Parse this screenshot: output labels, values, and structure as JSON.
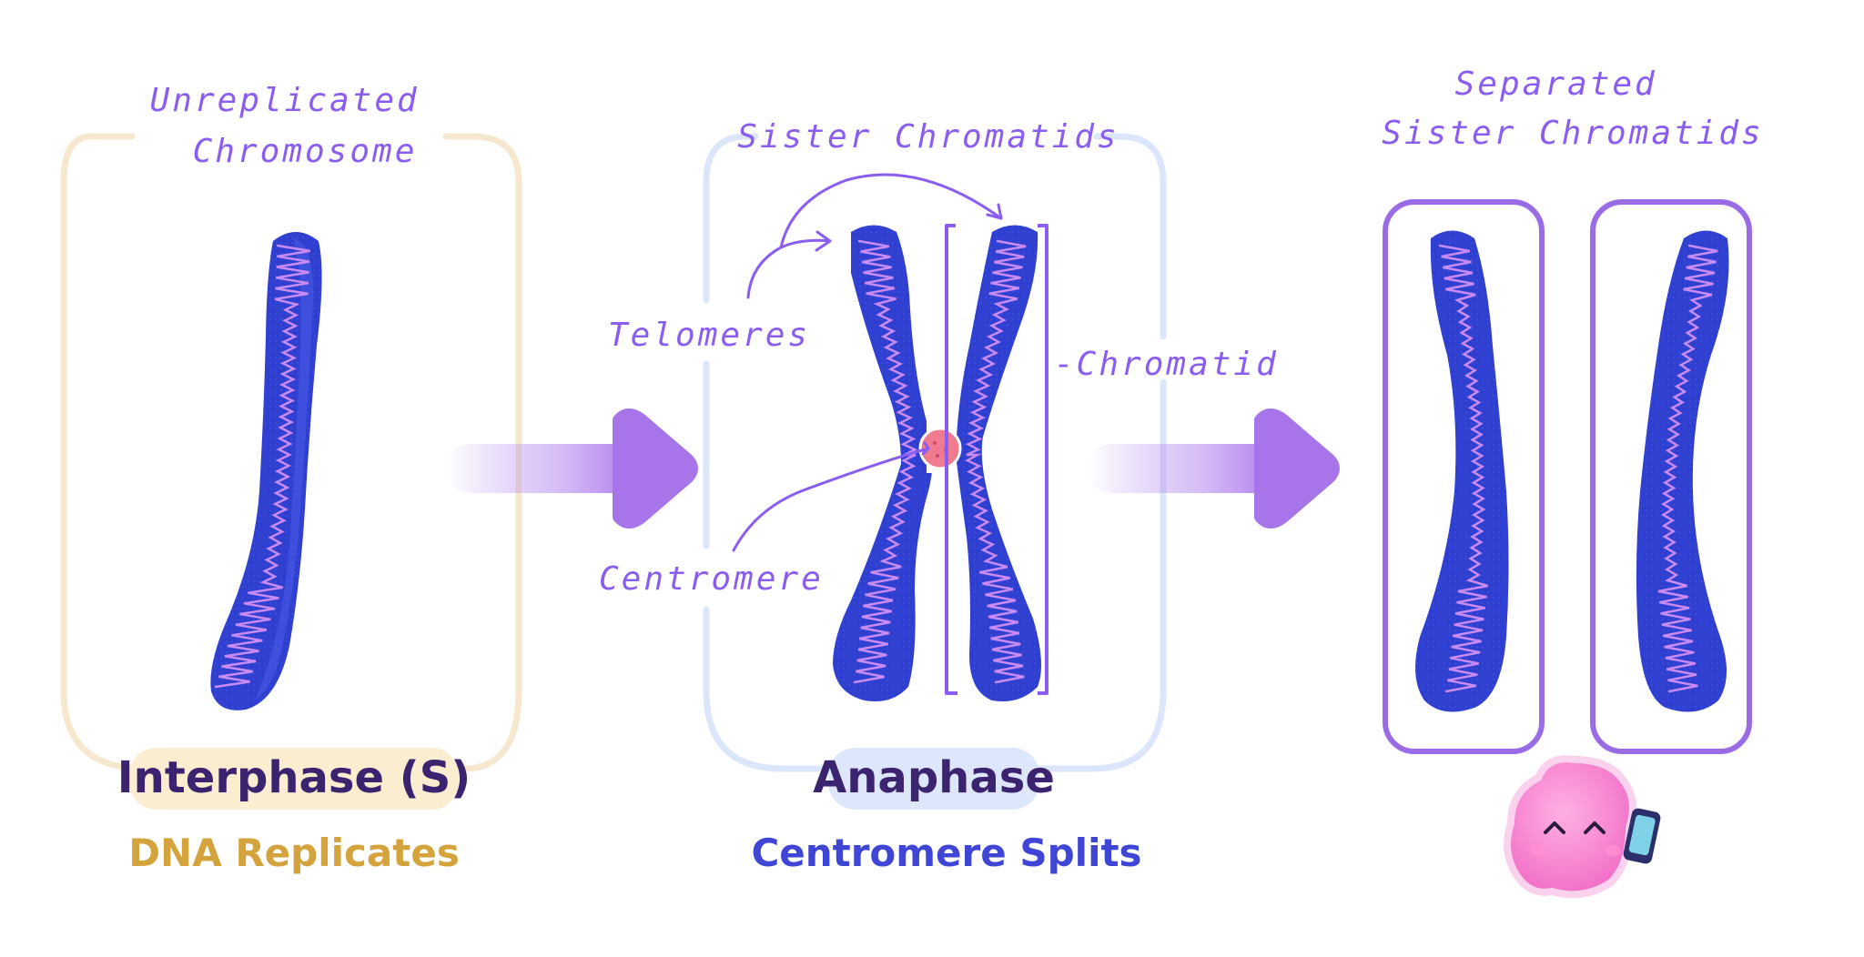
{
  "panels": {
    "interphase": {
      "title": "Unreplicated\nChromosome",
      "phase": "Interphase (S)",
      "subtitle": "DNA Replicates"
    },
    "anaphase": {
      "title": "Sister Chromatids",
      "phase": "Anaphase",
      "subtitle": "Centromere Splits",
      "labels": {
        "telomeres": "Telomeres",
        "centromere": "Centromere",
        "chromatid": "-Chromatid"
      }
    },
    "separated": {
      "title": "Separated\nSister Chromatids"
    }
  },
  "colors": {
    "chromosome": "#2f3fd0",
    "chromosome_light": "#4a5ae6",
    "dna_strand": "#c98bf2",
    "label": "#8b5cf0",
    "interphase_frame": "#f6e8cf",
    "interphase_title": "#3b2370",
    "interphase_badge": "#fbedcf",
    "interphase_subtitle": "#d5a33c",
    "anaphase_frame": "#dbe6fb",
    "anaphase_title": "#3b2370",
    "anaphase_badge": "#dde6fb",
    "anaphase_subtitle": "#3f46d6",
    "separated_frame": "#9a6be6",
    "arrow": "#a874ea",
    "centromere": "#f07a8e"
  },
  "icons": {
    "arrow_1": "right-arrow-icon",
    "arrow_2": "right-arrow-icon",
    "mascot": "blob-mascot-icon",
    "phone": "phone-icon"
  }
}
